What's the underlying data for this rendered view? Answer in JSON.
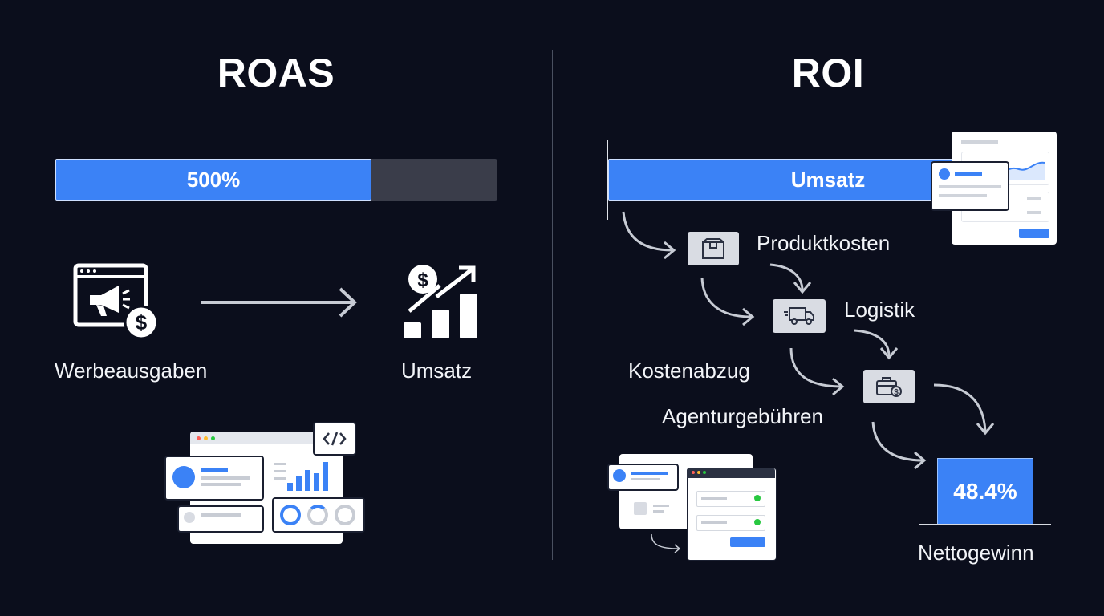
{
  "roas": {
    "title": "ROAS",
    "bar_label": "500%",
    "fill_fraction": 0.715,
    "source_label": "Werbeausgaben",
    "target_label": "Umsatz"
  },
  "roi": {
    "title": "ROI",
    "bar_label": "Umsatz",
    "steps": {
      "product_costs": "Produktkosten",
      "logistics": "Logistik",
      "cost_deduction": "Kostenabzug",
      "agency_fees": "Agenturgebühren"
    },
    "result_value": "48.4%",
    "result_label": "Nettogewinn"
  },
  "icons": {
    "ad_spend": "megaphone-dollar-icon",
    "revenue": "bar-growth-dollar-icon",
    "product": "box-icon",
    "logistics": "truck-icon",
    "agency": "briefcase-dollar-icon",
    "code": "code-icon"
  },
  "colors": {
    "background": "#0b0e1c",
    "accent": "#3b82f6",
    "track": "#3a3d4a"
  }
}
